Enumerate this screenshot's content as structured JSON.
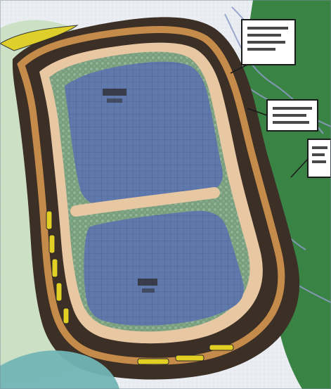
{
  "colors": {
    "background": "#e9edf2",
    "linework": "#8e9bc7",
    "left_field": "#c9dfc1",
    "right_strip": "#2f7d3a",
    "boundary_band": "#3b2f26",
    "orange_fringe": "#d5964f",
    "road": "#e8c7a3",
    "hedge": "#6e9a79",
    "hedge_dots": "#9fbea4",
    "building_roof": "#5f79ad",
    "roof_grid": "#3f4f72",
    "yellow_highlight": "#e1cf23",
    "teal_pond": "#72b5b5",
    "label_box_fill": "#ffffff",
    "label_box_stroke": "#1b1b1b"
  },
  "callouts": [
    {
      "name": "callout-top-right"
    },
    {
      "name": "callout-middle-right"
    },
    {
      "name": "callout-edge-right"
    }
  ],
  "buildings": [
    {
      "name": "building-north"
    },
    {
      "name": "building-south"
    }
  ],
  "icons": [
    "site-boundary-icon",
    "road-icon",
    "building-icon",
    "callout-icon"
  ]
}
